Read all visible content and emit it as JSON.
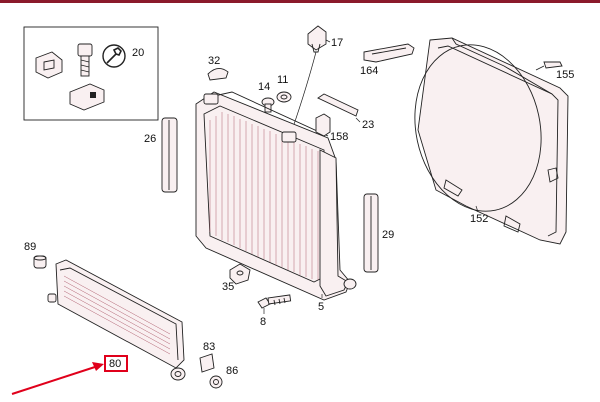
{
  "labels": {
    "p20": "20",
    "p17": "17",
    "p32": "32",
    "p14": "14",
    "p11": "11",
    "p164": "164",
    "p155": "155",
    "p26": "26",
    "p23": "23",
    "p158": "158",
    "p152": "152",
    "p29": "29",
    "p89": "89",
    "p35": "35",
    "p5": "5",
    "p8": "8",
    "p83": "83",
    "p86": "86",
    "p80": "80"
  },
  "colors": {
    "frame": "#8b1a2b",
    "highlight_box": "#e0001b",
    "arrow": "#e0001b",
    "line": "#222222",
    "fin_hatch": "#b06070",
    "part_fill": "#f9f0f1"
  },
  "highlighted_part": "80"
}
